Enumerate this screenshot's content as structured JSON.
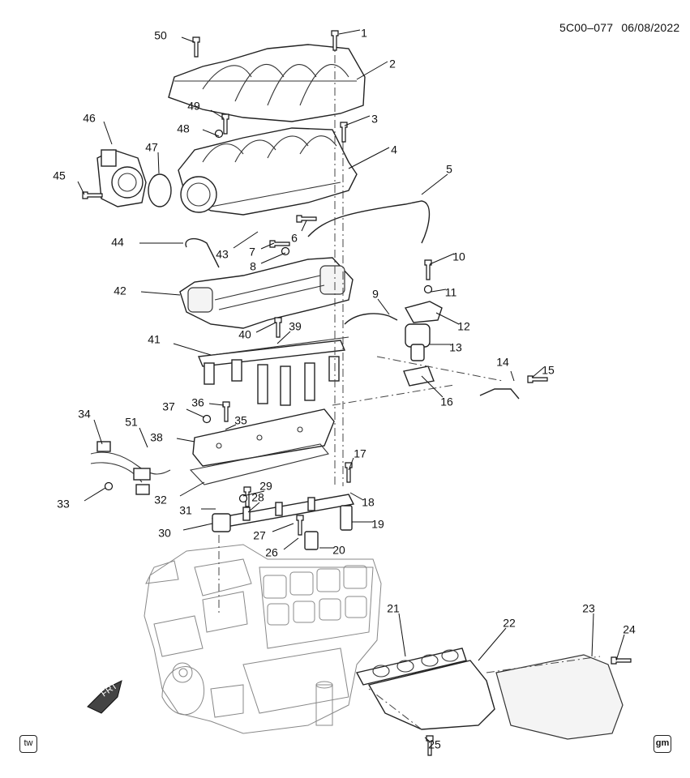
{
  "header": {
    "code": "5C00–077",
    "date": "06/08/2022"
  },
  "direction_label": "FRT",
  "logos": {
    "left": "tw",
    "right": "gm"
  },
  "callouts": [
    "1",
    "2",
    "3",
    "4",
    "5",
    "6",
    "7",
    "8",
    "9",
    "10",
    "11",
    "12",
    "13",
    "14",
    "15",
    "16",
    "17",
    "18",
    "19",
    "20",
    "21",
    "22",
    "23",
    "24",
    "25",
    "26",
    "27",
    "28",
    "29",
    "30",
    "31",
    "32",
    "33",
    "34",
    "35",
    "36",
    "37",
    "38",
    "39",
    "40",
    "41",
    "42",
    "43",
    "44",
    "45",
    "46",
    "47",
    "48",
    "49",
    "50",
    "51"
  ]
}
